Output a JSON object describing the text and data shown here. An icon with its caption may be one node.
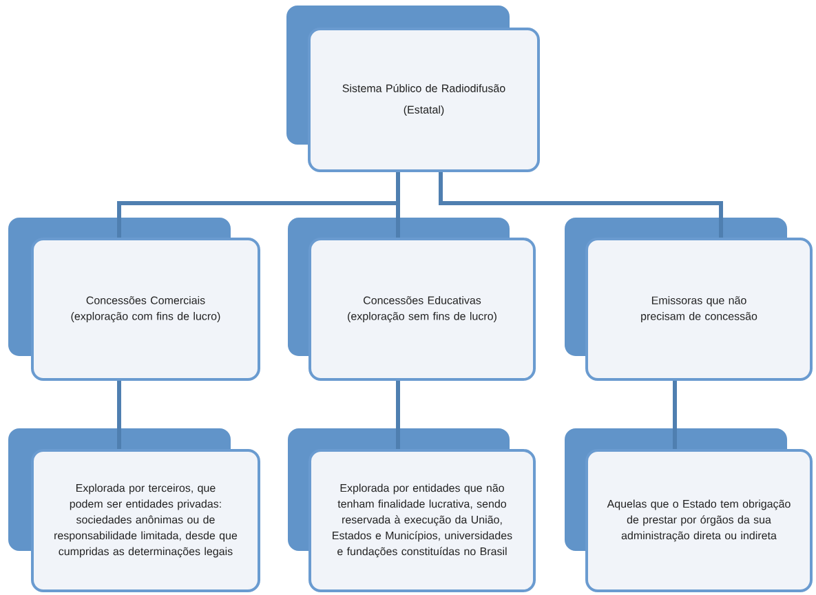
{
  "diagram": {
    "nodes": [
      {
        "text": [
          "Sistema Público de Radiodifusão",
          "(Estatal)"
        ]
      },
      {
        "text": [
          "Concessões Comerciais",
          "(exploração com fins de lucro)"
        ]
      },
      {
        "text": [
          "Concessões Educativas",
          "(exploração sem fins de lucro)"
        ]
      },
      {
        "text": [
          "Emissoras que não precisam de concessão"
        ]
      },
      {
        "text": [
          "Explorada por terceiros, que podem ser entidades privadas: sociedades anônimas ou de responsabilidade limitada, desde que cumpridas as determinações legais"
        ]
      },
      {
        "text": [
          "Explorada por entidades que não tenham finalidade lucrativa, sendo reservada à execução da União, Estados e Municípios, universidades e fundações constituídas no Brasil"
        ]
      },
      {
        "text": [
          "Aquelas  que o Estado tem obrigação de prestar por órgãos da sua administração direta ou indireta"
        ]
      }
    ],
    "edges": [
      {
        "from": 0,
        "to": 1,
        "arrow": "none"
      },
      {
        "from": 0,
        "to": 2,
        "arrow": "none"
      },
      {
        "from": 0,
        "to": 3,
        "arrow": "none"
      },
      {
        "from": 1,
        "to": 4,
        "arrow": "none"
      },
      {
        "from": 2,
        "to": 5,
        "arrow": "none"
      },
      {
        "from": 3,
        "to": 6,
        "arrow": "none"
      }
    ]
  }
}
